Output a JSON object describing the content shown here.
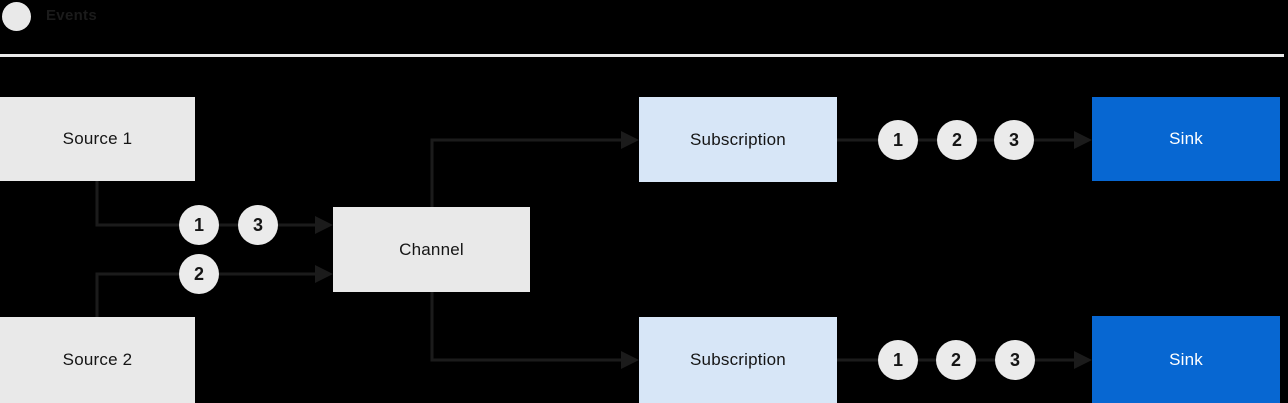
{
  "legend": {
    "label": "Events"
  },
  "nodes": {
    "source1": {
      "label": "Source 1"
    },
    "source2": {
      "label": "Source 2"
    },
    "channel": {
      "label": "Channel"
    },
    "subscription1": {
      "label": "Subscription"
    },
    "subscription2": {
      "label": "Subscription"
    },
    "sink1": {
      "label": "Sink"
    },
    "sink2": {
      "label": "Sink"
    }
  },
  "event_markers": {
    "source1_to_channel": [
      "1",
      "3"
    ],
    "source2_to_channel": [
      "2"
    ],
    "subscription1_to_sink": [
      "1",
      "2",
      "3"
    ],
    "subscription2_to_sink": [
      "1",
      "2",
      "3"
    ]
  },
  "colors": {
    "background": "#000000",
    "box_gray": "#E9E9E9",
    "subscription_blue": "#D7E6F7",
    "sink_blue": "#0767D2",
    "event_marker_gray": "#EBEBEB",
    "connector": "#1B1B1B",
    "text_dark": "#151515",
    "sink_text": "#FFFFFF",
    "divider": "#E9E9E9"
  }
}
